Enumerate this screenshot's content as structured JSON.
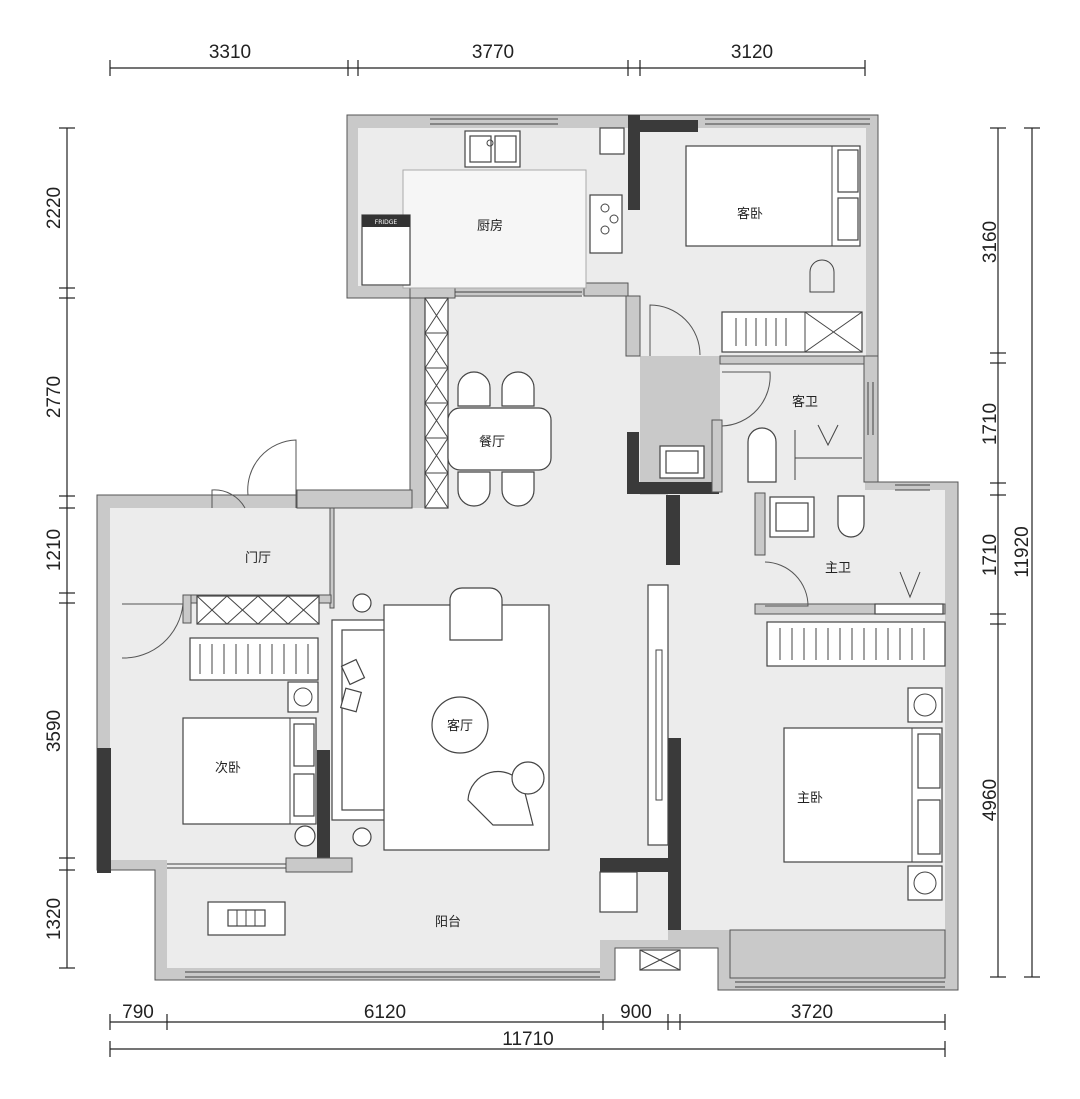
{
  "dimensions": {
    "top": [
      "3310",
      "3770",
      "3120"
    ],
    "bottom": [
      "790",
      "6120",
      "900",
      "3720"
    ],
    "bottom_total": "11710",
    "left": [
      "2220",
      "2770",
      "1210",
      "3590",
      "1320"
    ],
    "right": [
      "3160",
      "1710",
      "1710",
      "4960"
    ],
    "right_total": "11920"
  },
  "rooms": {
    "kitchen": "厨房",
    "guest_bedroom": "客卧",
    "dining": "餐厅",
    "guest_bath": "客卫",
    "foyer": "门厅",
    "master_bath": "主卫",
    "living": "客厅",
    "second_bedroom": "次卧",
    "master_bedroom": "主卧",
    "balcony": "阳台"
  },
  "appliances": {
    "fridge_brand": "FRIDGE"
  },
  "colors": {
    "floor": "#ececec",
    "wall": "#c9c9c9",
    "column": "#3a3a3a"
  }
}
